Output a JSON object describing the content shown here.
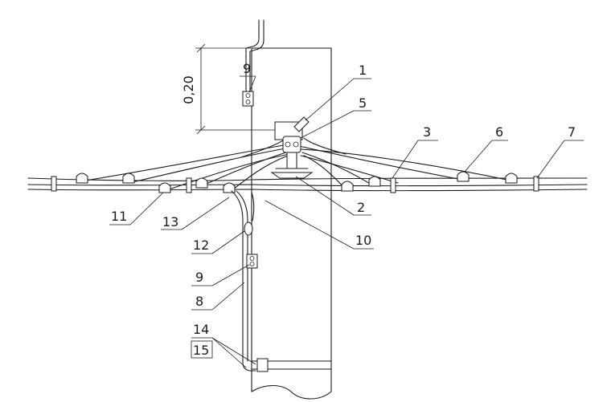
{
  "diagram": {
    "dimension": "0,20",
    "labels": {
      "l1": "1",
      "l2": "2",
      "l3": "3",
      "l5": "5",
      "l6": "6",
      "l7": "7",
      "l8": "8",
      "l9a": "9",
      "l9b": "9",
      "l10": "10",
      "l11": "11",
      "l12": "12",
      "l13": "13",
      "l14": "14",
      "l15": "15"
    }
  }
}
